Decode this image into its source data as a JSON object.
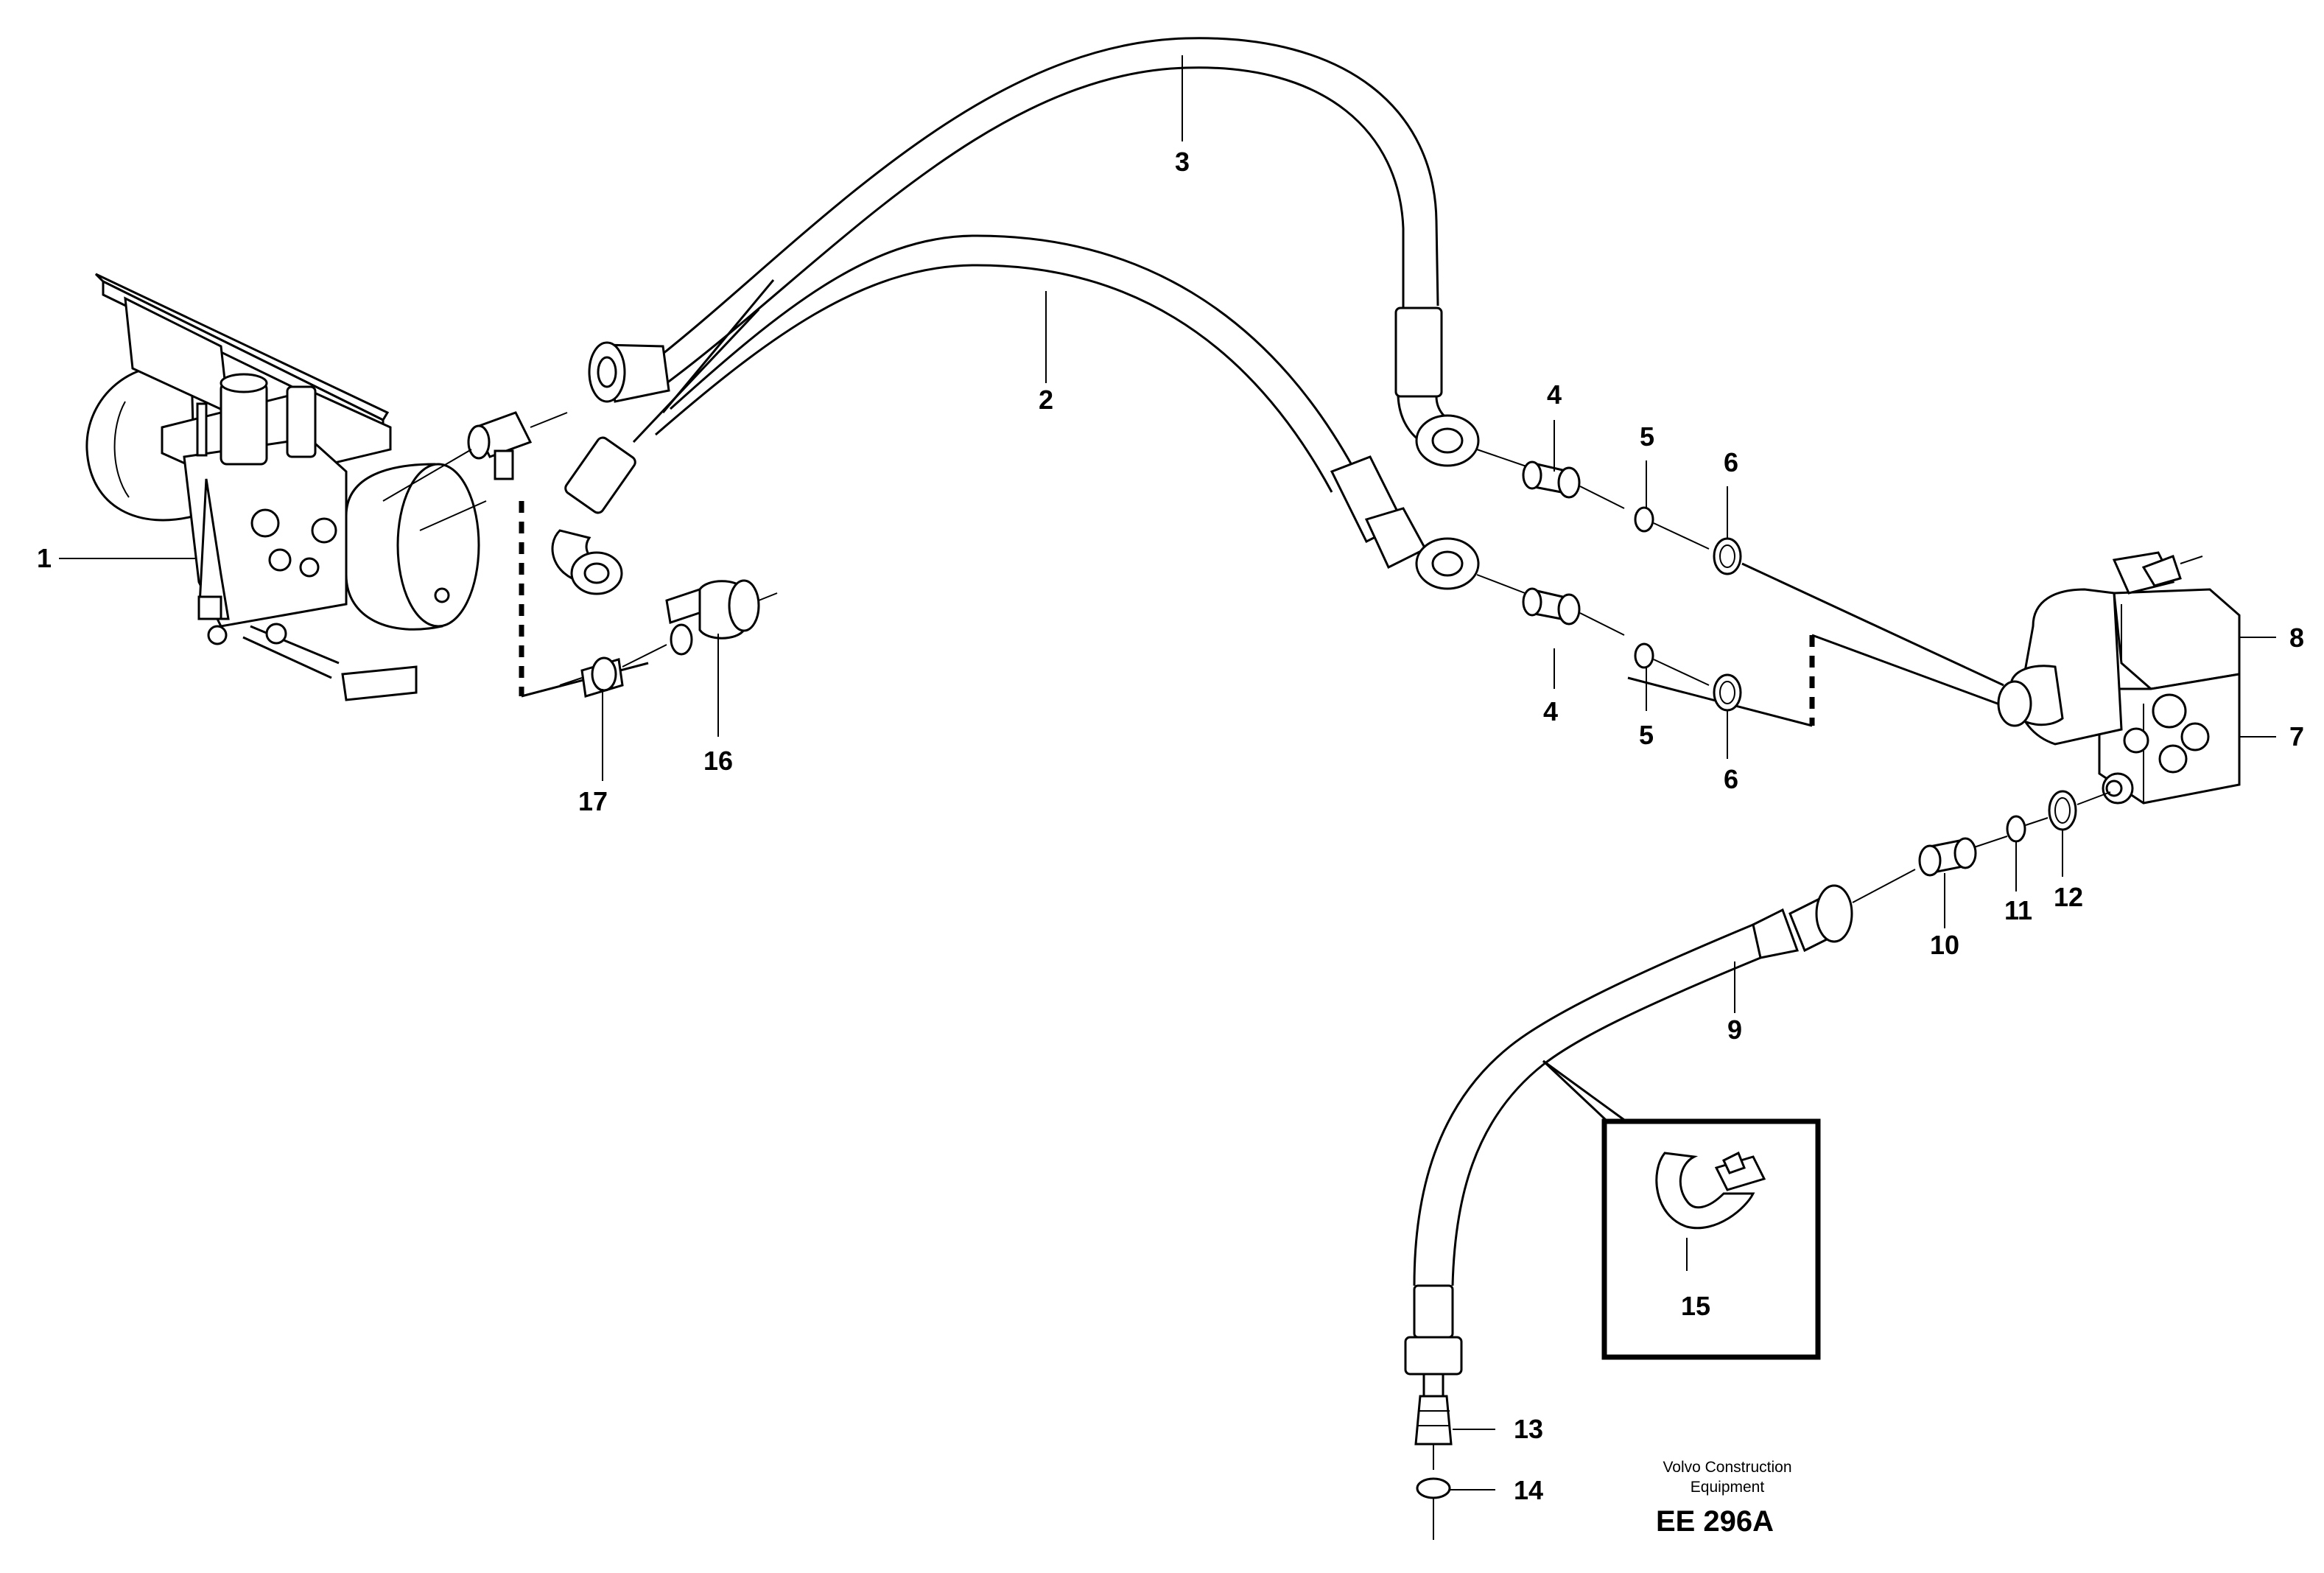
{
  "parts": [
    {
      "number": "1"
    },
    {
      "number": "2"
    },
    {
      "number": "3"
    },
    {
      "number": "4"
    },
    {
      "number": "4"
    },
    {
      "number": "5"
    },
    {
      "number": "5"
    },
    {
      "number": "6"
    },
    {
      "number": "6"
    },
    {
      "number": "7"
    },
    {
      "number": "8"
    },
    {
      "number": "9"
    },
    {
      "number": "10"
    },
    {
      "number": "11"
    },
    {
      "number": "12"
    },
    {
      "number": "13"
    },
    {
      "number": "14"
    },
    {
      "number": "15"
    },
    {
      "number": "16"
    },
    {
      "number": "17"
    }
  ],
  "caption": {
    "line1": "Volvo Construction",
    "line2": "Equipment",
    "code": "EE 296A"
  }
}
